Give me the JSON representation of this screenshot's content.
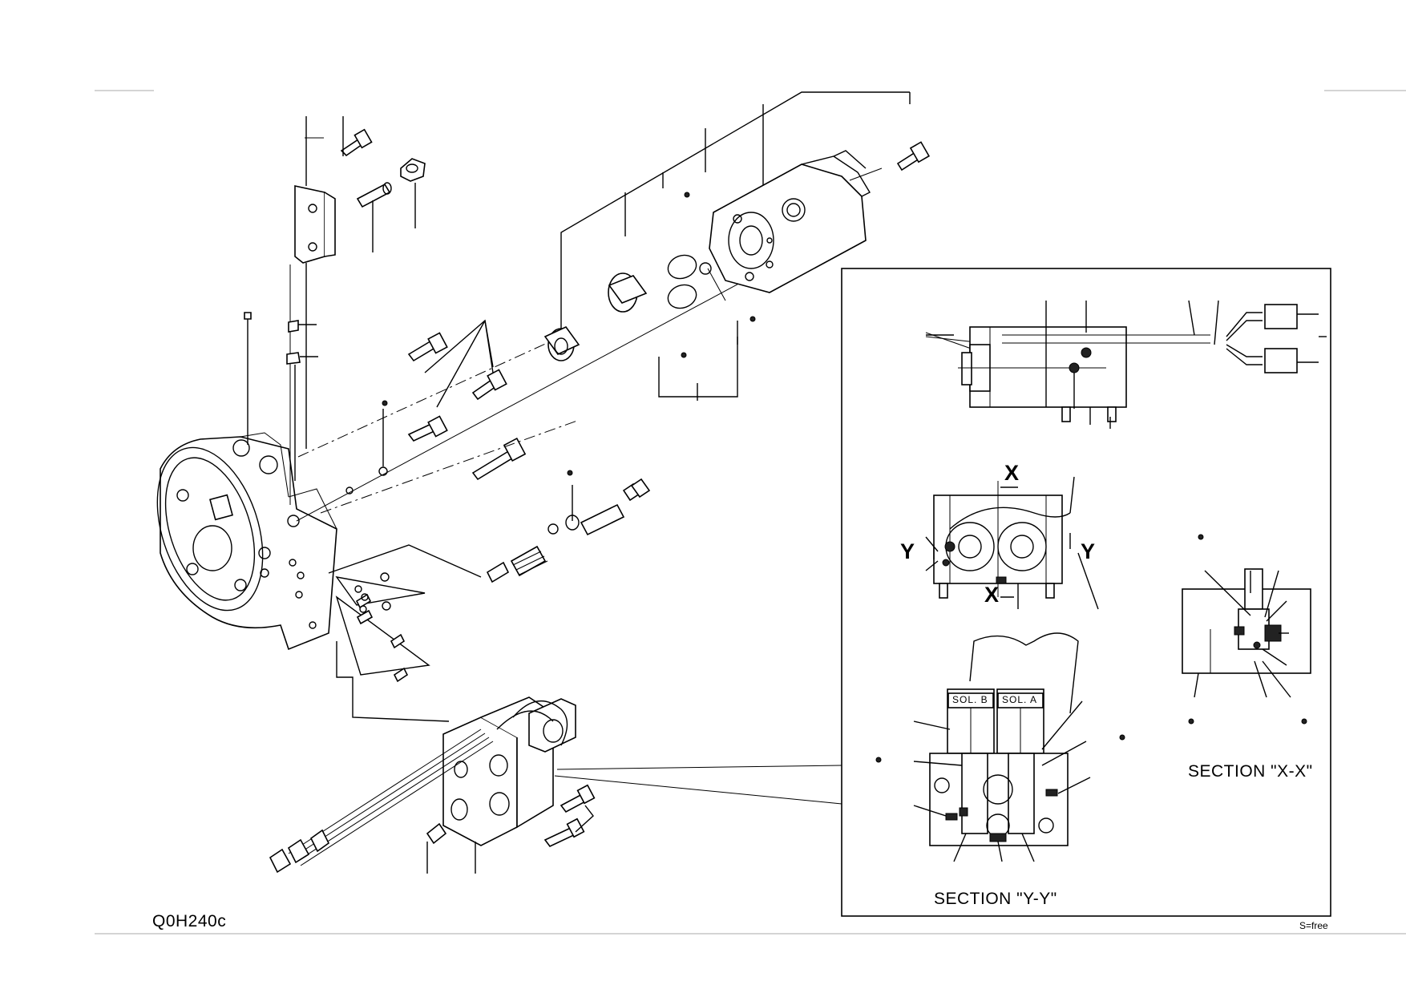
{
  "drawing": {
    "code": "Q0H240c",
    "scale_note": "S=free"
  },
  "inset": {
    "section_yy_title": "SECTION \"Y-Y\"",
    "section_xx_title": "SECTION \"X-X\"",
    "cut_markers": {
      "x_top": "X",
      "x_bottom": "X",
      "y_left": "Y",
      "y_right": "Y"
    },
    "solenoid_b_label": "SOL. B",
    "solenoid_a_label": "SOL. A"
  }
}
